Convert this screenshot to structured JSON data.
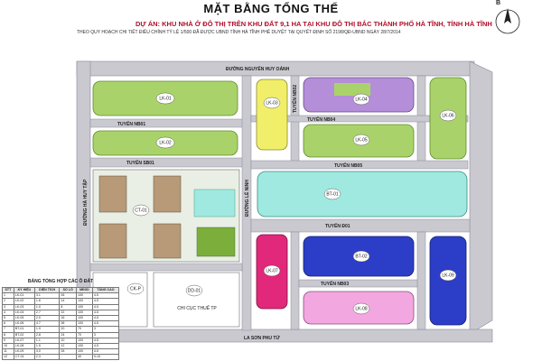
{
  "header": {
    "title": "MẶT BẰNG TỔNG THỂ",
    "project": "DỰ ÁN:   KHU NHÀ Ở ĐÔ THỊ TRÊN KHU ĐẤT 9,1 HA TẠI KHU ĐÔ THỊ BẮC THÀNH PHỐ HÀ TĨNH, TỈNH HÀ TĨNH",
    "note": "THEO QUY HOẠCH CHI TIẾT ĐIỀU CHỈNH TỶ LỆ 1/500 ĐÃ ĐƯỢC UBND TỈNH HÀ TĨNH PHÊ DUYỆT TẠI QUYẾT ĐỊNH SỐ 2198/QĐ-UBND NGÀY 28/7/2014"
  },
  "north_arrow": {
    "label": "B"
  },
  "roads": {
    "top": "ĐƯỜNG NGUYỄN HUY OÁNH",
    "nb01": "TUYẾN NB01",
    "nb02": "TUYẾN NB02",
    "nb03": "TUYẾN NB03",
    "nb04": "TUYẾN NB04",
    "nb05": "TUYẾN NB05",
    "d01": "TUYẾN Đ01",
    "sb01": "TUYẾN SB01",
    "bottom": "LA SƠN PHU TỬ",
    "le_ninh": "ĐƯỜNG LÊ NINH",
    "left": "ĐƯỜNG HÀ HUY TẬP"
  },
  "blocks": {
    "lk01": "LK-01",
    "lk02": "LK-02",
    "lk03": "LK-03",
    "lk04": "LK-04",
    "lk05": "LK-05",
    "lk06": "LK-06",
    "bt01": "BT-01",
    "bt02": "BT-02",
    "lk07": "LK-07",
    "lk08": "LK-08",
    "lk09": "LK-09",
    "ct01": "CT-01",
    "ck": "CK-P",
    "dd01": "DD-01",
    "chi_cuc": "CHI CỤC THUẾ TP"
  },
  "legend": {
    "title": "BẢNG TỔNG HỢP CÁC Ô ĐẤT",
    "headers": [
      "STT",
      "KÝ HIỆU",
      "DIỆN TÍCH",
      "SỐ LÔ",
      "MĐXD",
      "TẦNG CAO"
    ],
    "rows": [
      [
        "1",
        "LK-01",
        "3.1",
        "26",
        "100",
        "4-5"
      ],
      [
        "2",
        "LK-02",
        "1.6",
        "14",
        "100",
        "4-5"
      ],
      [
        "3",
        "LK-03",
        "1.0",
        "8",
        "100",
        "4-5"
      ],
      [
        "4",
        "LK-04",
        "2.7",
        "22",
        "100",
        "4-5"
      ],
      [
        "5",
        "LK-05",
        "2.0",
        "16",
        "100",
        "4-5"
      ],
      [
        "6",
        "LK-06",
        "4.7",
        "38",
        "100",
        "4-5"
      ],
      [
        "7",
        "BT-01",
        "1.9",
        "20",
        "70",
        "3"
      ],
      [
        "8",
        "BT-02",
        "2.8",
        "24",
        "70",
        "3"
      ],
      [
        "9",
        "LK-07",
        "1.1",
        "10",
        "100",
        "4-5"
      ],
      [
        "10",
        "LK-08",
        "1.5",
        "12",
        "100",
        "4-5"
      ],
      [
        "11",
        "LK-09",
        "3.0",
        "28",
        "100",
        "4-5"
      ],
      [
        "12",
        "CT-01",
        "2.3",
        "-",
        "40",
        "9-15"
      ]
    ]
  },
  "colors": {
    "road": "#c9c9cf",
    "road_edge": "#8a8aa0",
    "lk_green": "#a9d36a",
    "lk_dark": "#7cae3c",
    "yellow": "#f1ee6a",
    "purple": "#b58ed9",
    "cyan": "#9fe9e0",
    "magenta": "#e2287a",
    "blue": "#2c3ec8",
    "pink": "#f3a7e0"
  }
}
